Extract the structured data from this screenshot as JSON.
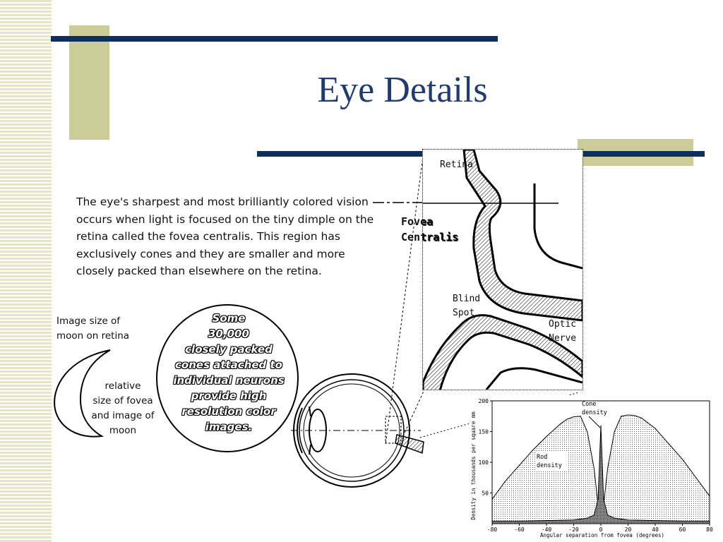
{
  "slide": {
    "title": "Eye Details",
    "paragraph": "The eye's sharpest and most brilliantly colored vision occurs when light is focused on the tiny dimple on the retina called the fovea centralis. This region has exclusively cones and they are smaller and more closely packed than elsewhere on the retina.",
    "moon_label": [
      "Image size of",
      "moon on retina"
    ],
    "fovea_caption": [
      "relative",
      "size of fovea",
      "and image of",
      "moon"
    ],
    "circle_text": [
      "Some",
      "30,000",
      "closely packed",
      "cones attached to",
      "individual neurons",
      "provide high",
      "resolution color",
      "images."
    ],
    "colors": {
      "title": "#1f3b73",
      "bar": "#0d2f5e",
      "accent": "#cccc99",
      "stripe": "#e6e4c4"
    }
  },
  "retina_inset": {
    "retina": "Retina",
    "fovea": [
      "Fovea",
      "Centralis"
    ],
    "blind_spot": [
      "Blind",
      "Spot"
    ],
    "optic_nerve": [
      "Optic",
      "Nerve"
    ]
  },
  "chart_data": {
    "type": "area",
    "xlabel": "Angular separation from fovea (degrees)",
    "ylabel": "Density in thousands per square mm",
    "xlim": [
      -80,
      80
    ],
    "ylim": [
      0,
      200
    ],
    "x_ticks": [
      "-80",
      "-60",
      "-40",
      "-20",
      "0",
      "20",
      "40",
      "60",
      "80"
    ],
    "y_ticks": [
      "50",
      "100",
      "150",
      "200"
    ],
    "annotations": {
      "cone": [
        "Cone",
        "density"
      ],
      "rod": [
        "Rod",
        "density"
      ]
    },
    "series": [
      {
        "name": "Rod density",
        "x": [
          -80,
          -75,
          -70,
          -60,
          -50,
          -40,
          -30,
          -25,
          -20,
          -15,
          -10,
          -5,
          -2,
          0,
          2,
          5,
          10,
          15,
          20,
          25,
          30,
          40,
          50,
          60,
          70,
          75,
          80
        ],
        "y": [
          40,
          55,
          70,
          95,
          120,
          142,
          162,
          170,
          174,
          175,
          150,
          90,
          30,
          0,
          30,
          90,
          150,
          175,
          177,
          176,
          172,
          155,
          130,
          105,
          75,
          60,
          45
        ]
      },
      {
        "name": "Cone density",
        "x": [
          -80,
          -60,
          -40,
          -20,
          -10,
          -5,
          -2,
          -1,
          0,
          1,
          2,
          5,
          10,
          20,
          40,
          60,
          80
        ],
        "y": [
          4,
          4,
          5,
          6,
          9,
          14,
          40,
          100,
          160,
          100,
          40,
          14,
          9,
          6,
          5,
          4,
          4
        ]
      }
    ]
  }
}
